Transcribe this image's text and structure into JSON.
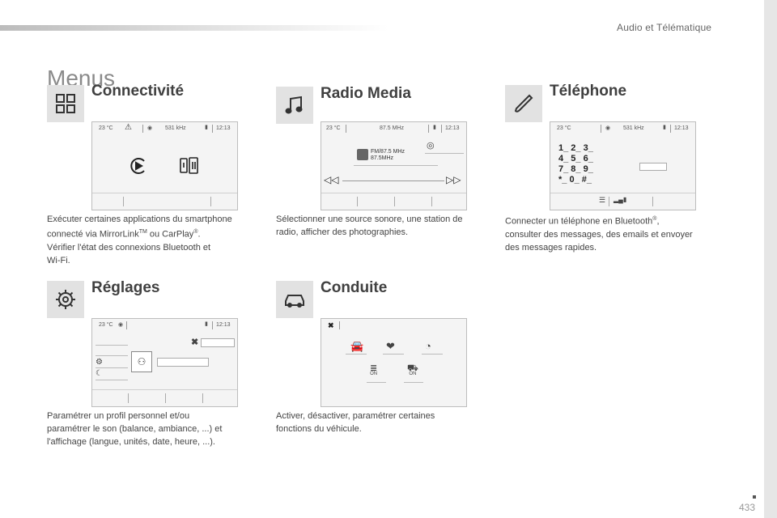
{
  "header": {
    "title": "Audio et Télématique"
  },
  "page": {
    "title": "Menus",
    "number": "433"
  },
  "sections": {
    "connectivite": {
      "title": "Connectivité",
      "status": {
        "temp": "23 °C",
        "freq": "531 kHz",
        "time": "12:13"
      },
      "desc_line1": "Exécuter certaines applications du smartphone",
      "desc_line2a": "connecté via MirrorLink",
      "desc_line2_tm": "TM",
      "desc_line2b": " ou CarPlay",
      "desc_line2_reg": "®",
      "desc_line2c": ".",
      "desc_line3": "Vérifier l'état des connexions Bluetooth et",
      "desc_line4": "Wi-Fi."
    },
    "radio_media": {
      "title": "Radio Media",
      "status": {
        "temp": "23 °C",
        "freq": "87.5 MHz",
        "time": "12:13"
      },
      "station_line1": "FM/87.5 MHz",
      "station_line2": "87.5MHz",
      "desc_line1": "Sélectionner une source sonore, une station de",
      "desc_line2": "radio, afficher des photographies."
    },
    "telephone": {
      "title": "Téléphone",
      "status": {
        "temp": "23 °C",
        "freq": "531 kHz",
        "time": "12:13"
      },
      "keypad": [
        "1_ 2_ 3_",
        "4_ 5_ 6_",
        "7_ 8_ 9_",
        "*_ 0_ #_"
      ],
      "desc_line1a": "Connecter un téléphone en Bluetooth",
      "desc_line1_reg": "®",
      "desc_line1b": ",",
      "desc_line2": "consulter des messages, des emails et envoyer",
      "desc_line3": "des messages rapides."
    },
    "reglages": {
      "title": "Réglages",
      "status": {
        "temp": "23 °C",
        "time": "12:13"
      },
      "desc_line1": "Paramétrer un profil personnel et/ou",
      "desc_line2": "paramétrer le son (balance, ambiance, ...) et",
      "desc_line3": "l'affichage (langue, unités, date, heure, ...)."
    },
    "conduite": {
      "title": "Conduite",
      "on_label": "ON",
      "desc_line1": "Activer, désactiver, paramétrer certaines",
      "desc_line2": "fonctions du véhicule."
    }
  },
  "colors": {
    "icon_bg": "#e2e2e2",
    "screen_bg": "#f4f4f4",
    "title": "#404040"
  }
}
